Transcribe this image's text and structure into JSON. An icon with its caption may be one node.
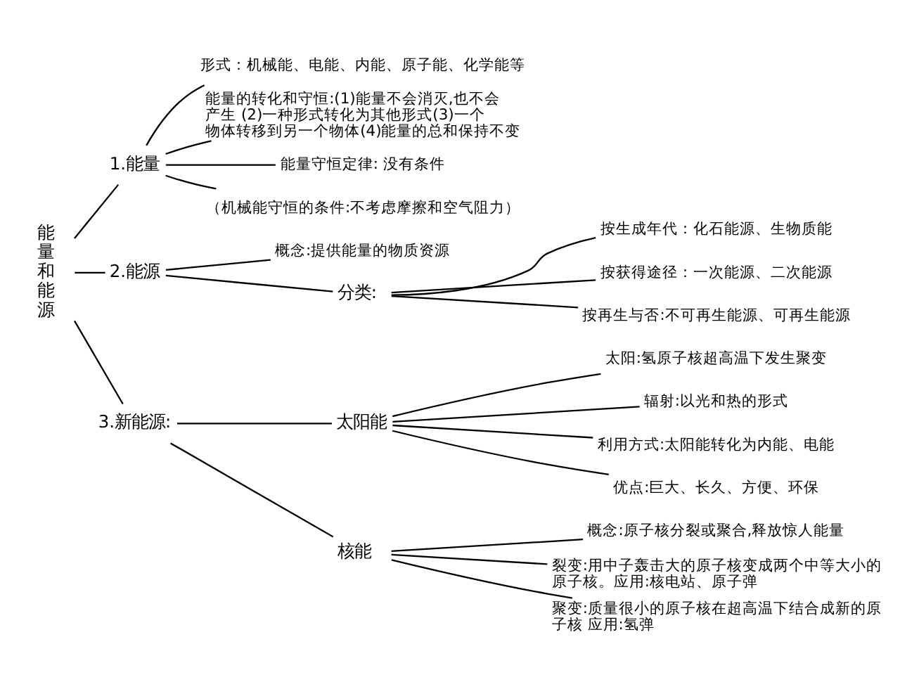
{
  "diagram": {
    "nodes": [
      {
        "text": [
          "能量和能源"
        ]
      },
      {
        "text": [
          "1.能量"
        ]
      },
      {
        "text": [
          "形式：机械能、电能、内能、原子能、化学能等"
        ]
      },
      {
        "text": [
          "能量的转化和守恒:(1)能量不会消灭,也不会产生 (2)一种形式转化为其他形式(3)一个物体转移到另一个物体(4)能量的总和保持不变"
        ]
      },
      {
        "text": [
          "能量守恒定律: 没有条件"
        ]
      },
      {
        "text": [
          "（机械能守恒的条件:不考虑摩擦和空气阻力）"
        ]
      },
      {
        "text": [
          "2.能源"
        ]
      },
      {
        "text": [
          "概念:提供能量的物质资源"
        ]
      },
      {
        "text": [
          "分类:"
        ]
      },
      {
        "text": [
          "按生成年代：化石能源、生物质能"
        ]
      },
      {
        "text": [
          "按获得途径：一次能源、二次能源"
        ]
      },
      {
        "text": [
          "按再生与否:不可再生能源、可再生能源"
        ]
      },
      {
        "text": [
          "3.新能源:"
        ]
      },
      {
        "text": [
          "太阳能"
        ]
      },
      {
        "text": [
          "太阳:氢原子核超高温下发生聚变"
        ]
      },
      {
        "text": [
          "辐射:以光和热的形式"
        ]
      },
      {
        "text": [
          "利用方式:太阳能转化为内能、电能"
        ]
      },
      {
        "text": [
          "优点:巨大、长久、方便、环保"
        ]
      },
      {
        "text": [
          "核能"
        ]
      },
      {
        "text": [
          "概念:原子核分裂或聚合,释放惊人能量"
        ]
      },
      {
        "text": [
          "裂变:用中子轰击大的原子核变成两个中等大小的原子核。应用:核电站、原子弹"
        ]
      },
      {
        "text": [
          "聚变:质量很小的原子核在超高温下结合成新的原子核 应用:氢弹"
        ]
      }
    ],
    "edges": [
      {
        "from": 0,
        "to": 1,
        "arrow": "none"
      },
      {
        "from": 0,
        "to": 6,
        "arrow": "none"
      },
      {
        "from": 0,
        "to": 12,
        "arrow": "none"
      },
      {
        "from": 1,
        "to": 2,
        "arrow": "none"
      },
      {
        "from": 1,
        "to": 3,
        "arrow": "none"
      },
      {
        "from": 1,
        "to": 4,
        "arrow": "none"
      },
      {
        "from": 1,
        "to": 5,
        "arrow": "none"
      },
      {
        "from": 6,
        "to": 7,
        "arrow": "none"
      },
      {
        "from": 6,
        "to": 8,
        "arrow": "none"
      },
      {
        "from": 8,
        "to": 9,
        "arrow": "none"
      },
      {
        "from": 8,
        "to": 10,
        "arrow": "none"
      },
      {
        "from": 8,
        "to": 11,
        "arrow": "none"
      },
      {
        "from": 12,
        "to": 13,
        "arrow": "none"
      },
      {
        "from": 12,
        "to": 18,
        "arrow": "none"
      },
      {
        "from": 13,
        "to": 14,
        "arrow": "none"
      },
      {
        "from": 13,
        "to": 15,
        "arrow": "none"
      },
      {
        "from": 13,
        "to": 16,
        "arrow": "none"
      },
      {
        "from": 13,
        "to": 17,
        "arrow": "none"
      },
      {
        "from": 18,
        "to": 19,
        "arrow": "none"
      },
      {
        "from": 18,
        "to": 20,
        "arrow": "none"
      },
      {
        "from": 18,
        "to": 21,
        "arrow": "none"
      }
    ]
  }
}
